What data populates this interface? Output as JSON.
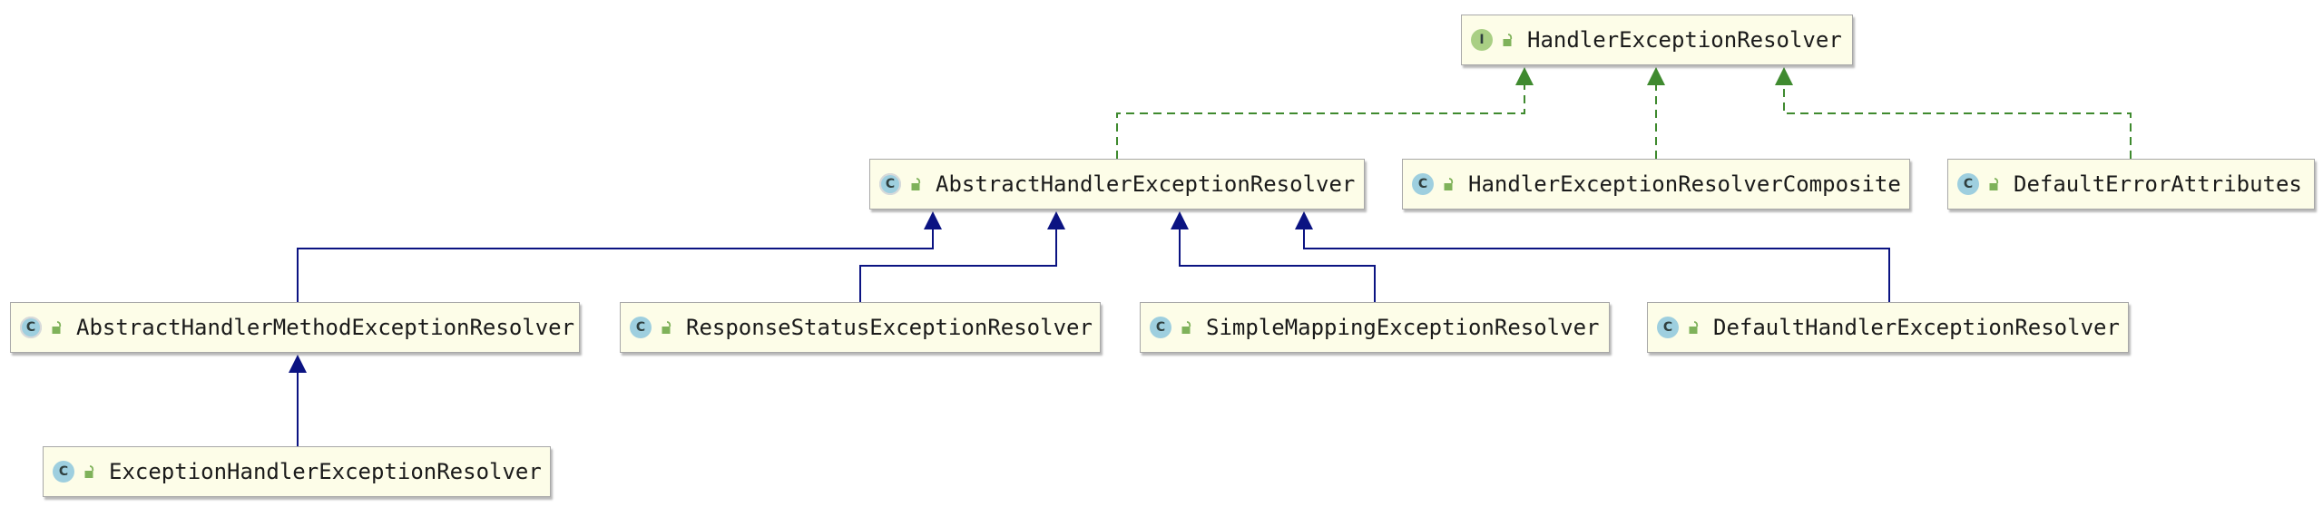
{
  "colors": {
    "implements_edge": "#3f8a2f",
    "extends_edge": "#0b1382",
    "node_fill": "#fdfde8",
    "class_badge": "#9ecfdf",
    "interface_badge": "#a9cf84",
    "lock": "#7fb25a"
  },
  "nodes": [
    {
      "id": "HandlerExceptionResolver",
      "label": "HandlerExceptionResolver",
      "kind": "I",
      "kind_label": "I",
      "icon": "interface-icon"
    },
    {
      "id": "AbstractHandlerExceptionResolver",
      "label": "AbstractHandlerExceptionResolver",
      "kind": "abstract",
      "kind_label": "C",
      "icon": "abstract-class-icon"
    },
    {
      "id": "HandlerExceptionResolverComposite",
      "label": "HandlerExceptionResolverComposite",
      "kind": "C",
      "kind_label": "C",
      "icon": "class-icon"
    },
    {
      "id": "DefaultErrorAttributes",
      "label": "DefaultErrorAttributes",
      "kind": "C",
      "kind_label": "C",
      "icon": "class-icon"
    },
    {
      "id": "AbstractHandlerMethodExceptionResolver",
      "label": "AbstractHandlerMethodExceptionResolver",
      "kind": "abstract",
      "kind_label": "C",
      "icon": "abstract-class-icon"
    },
    {
      "id": "ResponseStatusExceptionResolver",
      "label": "ResponseStatusExceptionResolver",
      "kind": "C",
      "kind_label": "C",
      "icon": "class-icon"
    },
    {
      "id": "SimpleMappingExceptionResolver",
      "label": "SimpleMappingExceptionResolver",
      "kind": "C",
      "kind_label": "C",
      "icon": "class-icon"
    },
    {
      "id": "DefaultHandlerExceptionResolver",
      "label": "DefaultHandlerExceptionResolver",
      "kind": "C",
      "kind_label": "C",
      "icon": "class-icon"
    },
    {
      "id": "ExceptionHandlerExceptionResolver",
      "label": "ExceptionHandlerExceptionResolver",
      "kind": "C",
      "kind_label": "C",
      "icon": "class-icon"
    }
  ],
  "edges": [
    {
      "from": "AbstractHandlerExceptionResolver",
      "to": "HandlerExceptionResolver",
      "type": "implements"
    },
    {
      "from": "HandlerExceptionResolverComposite",
      "to": "HandlerExceptionResolver",
      "type": "implements"
    },
    {
      "from": "DefaultErrorAttributes",
      "to": "HandlerExceptionResolver",
      "type": "implements"
    },
    {
      "from": "AbstractHandlerMethodExceptionResolver",
      "to": "AbstractHandlerExceptionResolver",
      "type": "extends"
    },
    {
      "from": "ResponseStatusExceptionResolver",
      "to": "AbstractHandlerExceptionResolver",
      "type": "extends"
    },
    {
      "from": "SimpleMappingExceptionResolver",
      "to": "AbstractHandlerExceptionResolver",
      "type": "extends"
    },
    {
      "from": "DefaultHandlerExceptionResolver",
      "to": "AbstractHandlerExceptionResolver",
      "type": "extends"
    },
    {
      "from": "ExceptionHandlerExceptionResolver",
      "to": "AbstractHandlerMethodExceptionResolver",
      "type": "extends"
    }
  ]
}
